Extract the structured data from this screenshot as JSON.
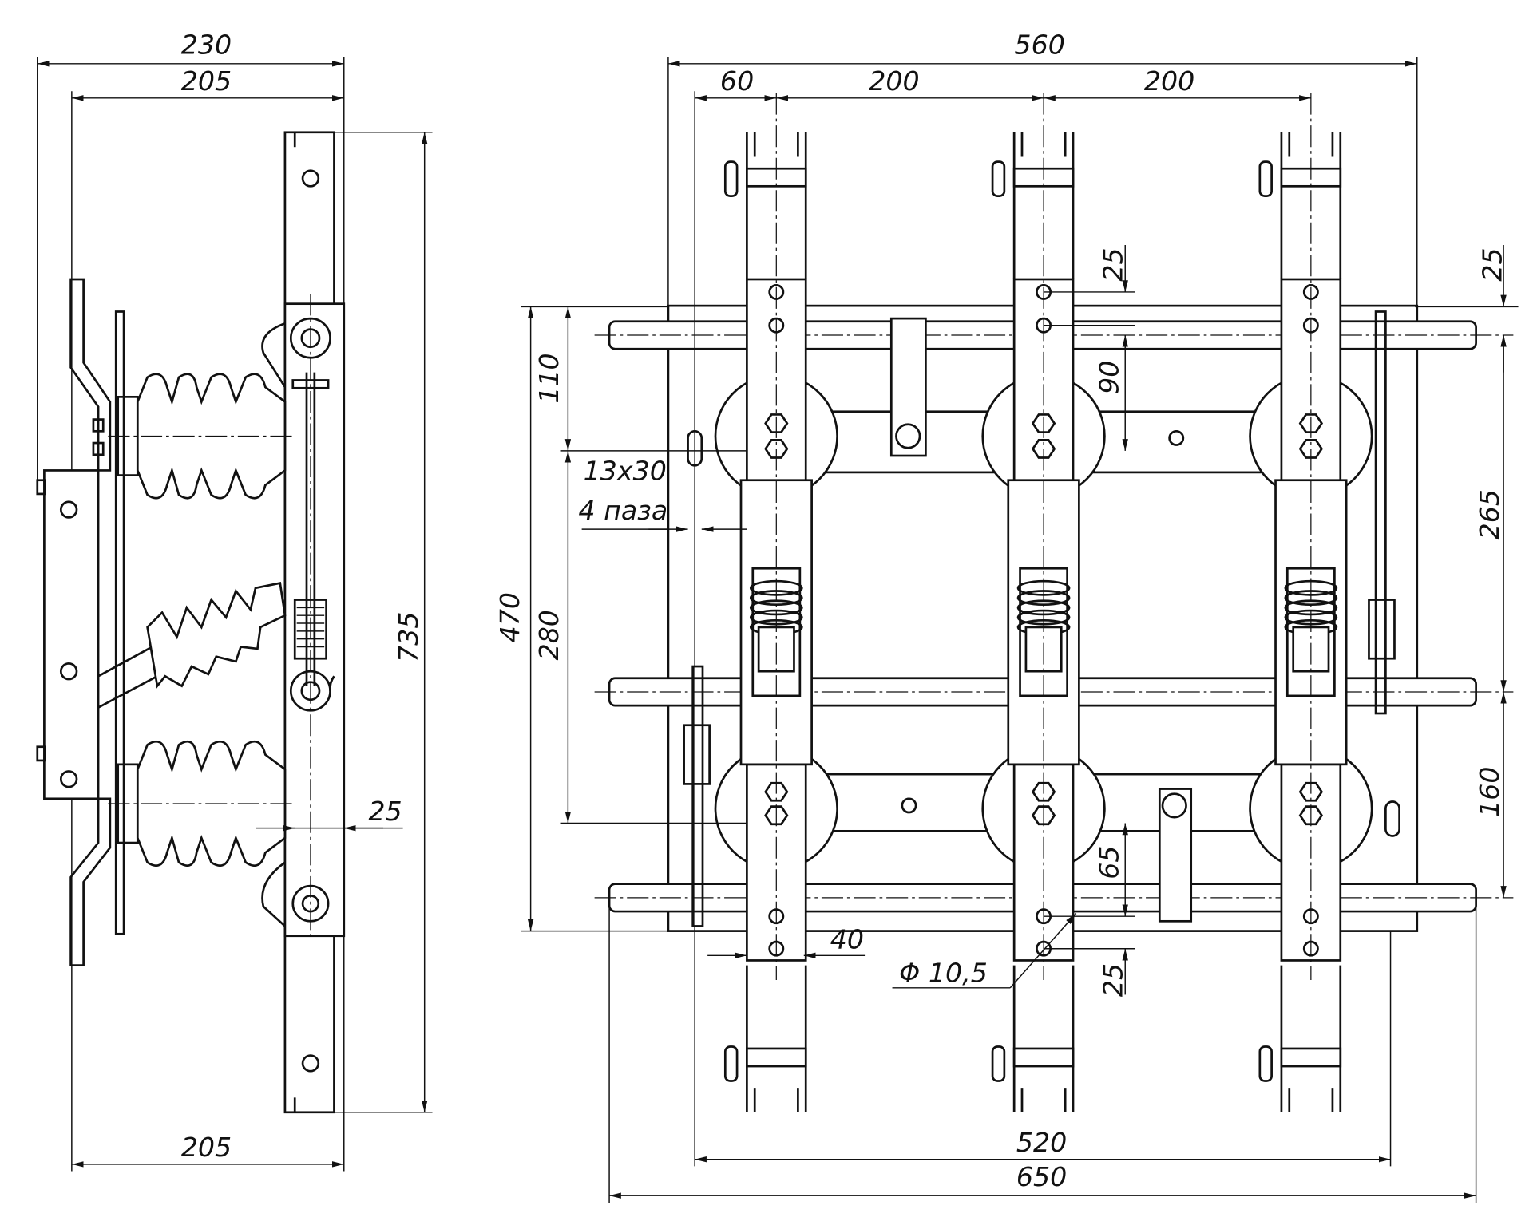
{
  "title": "Switch disconnector assembly drawing",
  "side_view": {
    "dims": {
      "overall_width": "230",
      "width_top": "205",
      "width_bottom": "205",
      "height": "735",
      "offset": "25"
    }
  },
  "front_view": {
    "dims": {
      "overall_width": "560",
      "edge_to_pole": "60",
      "pole_pitch_1": "200",
      "pole_pitch_2": "200",
      "frame_height": "470",
      "upper_offset": "110",
      "lower_span": "280",
      "right_top": "25",
      "right_span_1": "265",
      "right_span_2": "160",
      "hole_spacing_top": "25",
      "hole_to_shaft": "90",
      "lower_to_shaft": "65",
      "hole_spacing_bottom": "25",
      "blade_width": "40",
      "hole_diameter": "Φ 10,5",
      "slot_size": "13x30",
      "slot_count": "4 паза",
      "mount_width": "520",
      "shaft_length": "650"
    }
  }
}
